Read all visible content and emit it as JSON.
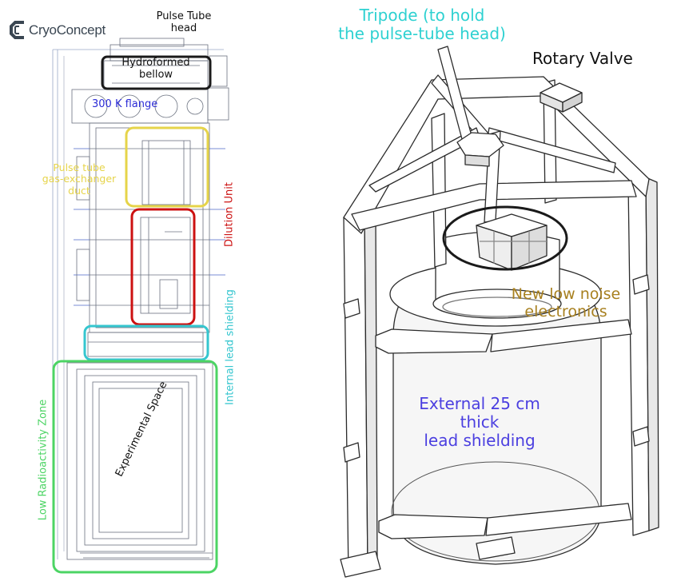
{
  "logo": {
    "text": "CryoConcept",
    "icon": "cryoconcept-c-logo-icon",
    "color": "#3a4652"
  },
  "left_diagram": {
    "pulse_tube_head": "Pulse Tube\nhead",
    "hydroformed_bellow": "Hydroformed\nbellow",
    "flange_300k": "300 K flange",
    "pulse_tube_duct": "Pulse tube\ngas-exchanger\nduct",
    "dilution_unit": "Dilution Unit",
    "internal_lead_shielding": "Internal lead shielding",
    "experimental_space": "Experimental Space",
    "low_radioactivity_zone": "Low Radioactivity Zone"
  },
  "right_diagram": {
    "tripode": "Tripode (to hold\nthe pulse-tube head)",
    "rotary_valve": "Rotary Valve",
    "electronics": "New low noise\nelectronics",
    "external_shielding": "External 25 cm\nthick\nlead shielding"
  },
  "colors": {
    "black": "#1a1a1a",
    "blue": "#2b2bd6",
    "yellow": "#e6d44a",
    "red": "#cc1111",
    "cyan": "#35c6cf",
    "green": "#4cd464",
    "gold": "#a8801f",
    "violet": "#4b3fe0",
    "tripode": "#2ed1d1"
  }
}
